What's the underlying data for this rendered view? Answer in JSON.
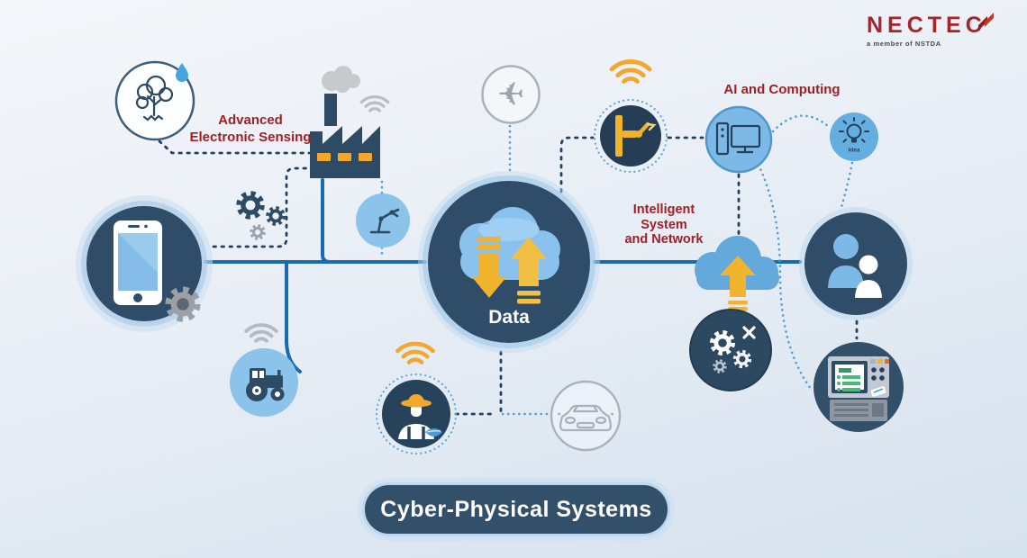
{
  "brand": {
    "name": "NECTEC",
    "tagline": "a member of NSTDA"
  },
  "title_badge": "Cyber-Physical Systems",
  "labels": {
    "advanced_sensing_1": "Advanced",
    "advanced_sensing_2": "Electronic Sensing",
    "ai_computing": "AI and Computing",
    "intelligent_1": "Intelligent",
    "intelligent_2": "System",
    "intelligent_3": "and Network",
    "data_hub": "Data",
    "idea": "Idea"
  },
  "glyphs": {
    "plane": "✈"
  },
  "icons": [
    "eco-sensor",
    "water-drop",
    "factory",
    "smoke",
    "wifi",
    "gears",
    "robot-arm",
    "smartphone",
    "gear",
    "plane",
    "data-cloud",
    "download-arrow",
    "upload-arrow",
    "robotic-arm",
    "ai-computer",
    "idea-bulb",
    "cloud-upload",
    "users",
    "maintenance-gears",
    "control-panel",
    "tractor",
    "farmer",
    "car"
  ],
  "colors": {
    "accent_red": "#9e2024",
    "navy_circle": "#2f4d68",
    "light_blue_circle": "#85bde8",
    "solid_line_blue": "#1a6ab2",
    "dashed_line_navy": "#24405e",
    "dotted_line_blue": "#4f9fd6",
    "arrow_yellow": "#f0b42c",
    "wifi_orange": "#f2a72e",
    "gray_icon": "#a9b2ba"
  }
}
